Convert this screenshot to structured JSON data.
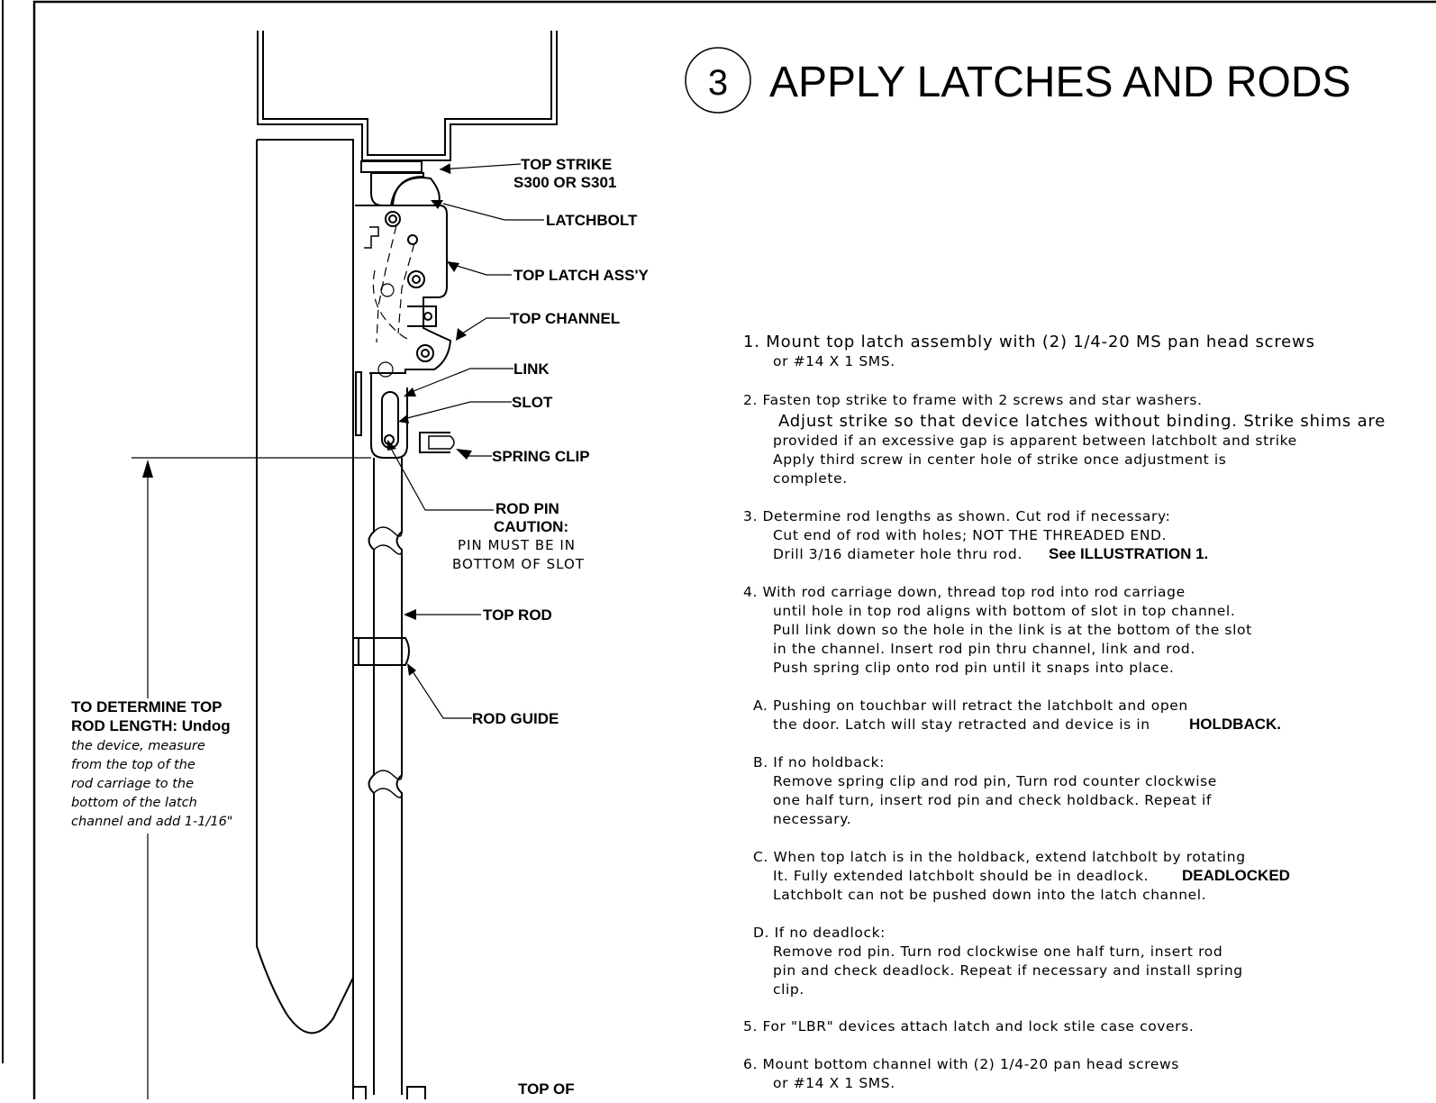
{
  "header": {
    "step_number": "3",
    "title": "APPLY LATCHES AND RODS"
  },
  "diagram": {
    "labels": {
      "top_strike_1": "TOP STRIKE",
      "top_strike_2": "S300 OR S301",
      "latchbolt": "LATCHBOLT",
      "top_latch_assy": "TOP LATCH ASS'Y",
      "top_channel": "TOP CHANNEL",
      "link": "LINK",
      "slot": "SLOT",
      "spring_clip": "SPRING CLIP",
      "rod_pin": "ROD PIN",
      "caution": "CAUTION:",
      "caution_1": "PIN MUST BE IN",
      "caution_2": "BOTTOM OF SLOT",
      "top_rod": "TOP ROD",
      "rod_guide": "ROD GUIDE",
      "top_of": "TOP OF"
    },
    "measure_note": {
      "bold_1": "TO DETERMINE TOP",
      "bold_2": "ROD LENGTH: Undog",
      "line_1": "the device, measure",
      "line_2": "from the top of the",
      "line_3": "rod carriage to the",
      "line_4": "bottom of the latch",
      "line_5": "channel and add 1-1/16\""
    }
  },
  "steps": {
    "s1_l1": "1. Mount top latch assembly with (2) 1/4-20 MS pan head screws",
    "s1_l2": "or #14 X 1 SMS.",
    "s2_l1": "2. Fasten top strike to frame with 2 screws and star washers.",
    "s2_l2": "Adjust strike so that device latches without binding. Strike shims are",
    "s2_l3": "provided if an excessive gap is apparent between latchbolt and strike",
    "s2_l4": "Apply third screw in center hole of strike once adjustment is",
    "s2_l5": "complete.",
    "s3_l1": "3. Determine rod lengths as shown. Cut rod if necessary:",
    "s3_l2": "Cut end of rod with holes; NOT THE THREADED END.",
    "s3_l3": "Drill 3/16 diameter hole thru rod.",
    "s3_l3_bold": "See ILLUSTRATION 1.",
    "s4_l1": "4. With rod carriage down, thread top rod into rod carriage",
    "s4_l2": "until hole in top rod aligns with bottom of slot in top channel.",
    "s4_l3": "Pull link down so the hole in the link is at the bottom of the slot",
    "s4_l4": "in the channel. Insert rod pin thru channel, link and rod.",
    "s4_l5": "Push spring clip onto rod pin until it snaps into place.",
    "sA_l1": "A. Pushing on touchbar will retract the latchbolt and open",
    "sA_l2": "the door. Latch will stay retracted and device is in",
    "sA_l2_bold": "HOLDBACK.",
    "sB_l1": "B. If no holdback:",
    "sB_l2": "Remove spring clip and rod pin, Turn rod counter clockwise",
    "sB_l3": "one half turn, insert rod pin and check holdback. Repeat if",
    "sB_l4": "necessary.",
    "sC_l1": "C. When top latch is in the holdback, extend latchbolt by rotating",
    "sC_l2": "It. Fully extended latchbolt should be in deadlock.",
    "sC_l2_bold": "DEADLOCKED",
    "sC_l3": "Latchbolt can not be pushed down into the latch channel.",
    "sD_l1": "D. If no deadlock:",
    "sD_l2": "Remove rod pin. Turn rod clockwise one half turn, insert rod",
    "sD_l3": "pin and check deadlock. Repeat if necessary and install spring",
    "sD_l4": "clip.",
    "s5_l1": "5. For \"LBR\" devices attach latch and lock stile case covers.",
    "s6_l1": "6. Mount bottom channel with (2) 1/4-20 pan head screws",
    "s6_l2": "or #14 X 1 SMS."
  }
}
